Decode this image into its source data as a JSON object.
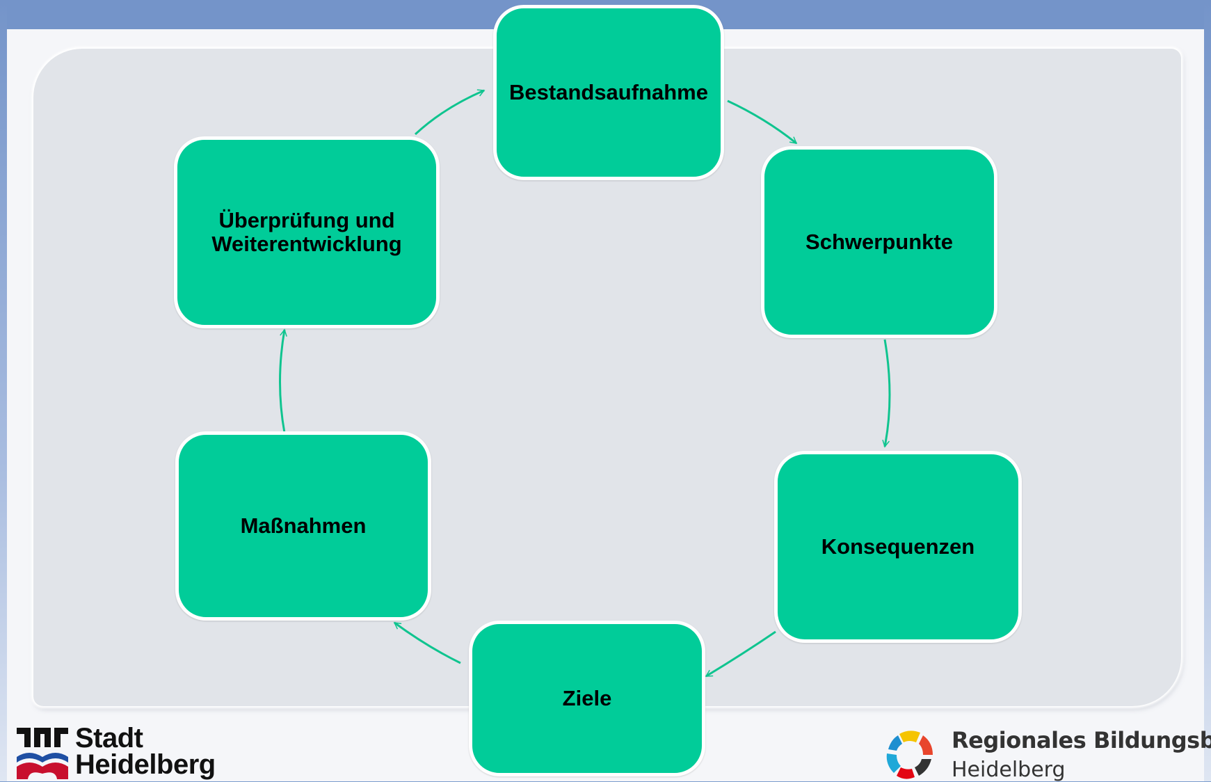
{
  "diagram": {
    "nodes": [
      {
        "id": "bestandsaufnahme",
        "label": "Bestandsaufnahme"
      },
      {
        "id": "schwerpunkte",
        "label": "Schwerpunkte"
      },
      {
        "id": "konsequenzen",
        "label": "Konsequenzen"
      },
      {
        "id": "ziele",
        "label": "Ziele"
      },
      {
        "id": "massnahmen",
        "label": "Maßnahmen"
      },
      {
        "id": "ueberpruefung",
        "label_line1": "Überprüfung und",
        "label_line2": "Weiterentwicklung"
      }
    ],
    "edges": [
      {
        "from": "bestandsaufnahme",
        "to": "schwerpunkte"
      },
      {
        "from": "schwerpunkte",
        "to": "konsequenzen"
      },
      {
        "from": "konsequenzen",
        "to": "ziele"
      },
      {
        "from": "ziele",
        "to": "massnahmen"
      },
      {
        "from": "massnahmen",
        "to": "ueberpruefung"
      },
      {
        "from": "ueberpruefung",
        "to": "bestandsaufnahme"
      }
    ],
    "box_color": "#01cc99",
    "arrow_color": "#0fc48f",
    "panel_color": "#e1e4e9"
  },
  "logos": {
    "left": {
      "line1": "Stadt",
      "line2": "Heidelberg"
    },
    "right": {
      "line1": "Regionales Bildungsbüro",
      "line2": "Heidelberg"
    }
  }
}
